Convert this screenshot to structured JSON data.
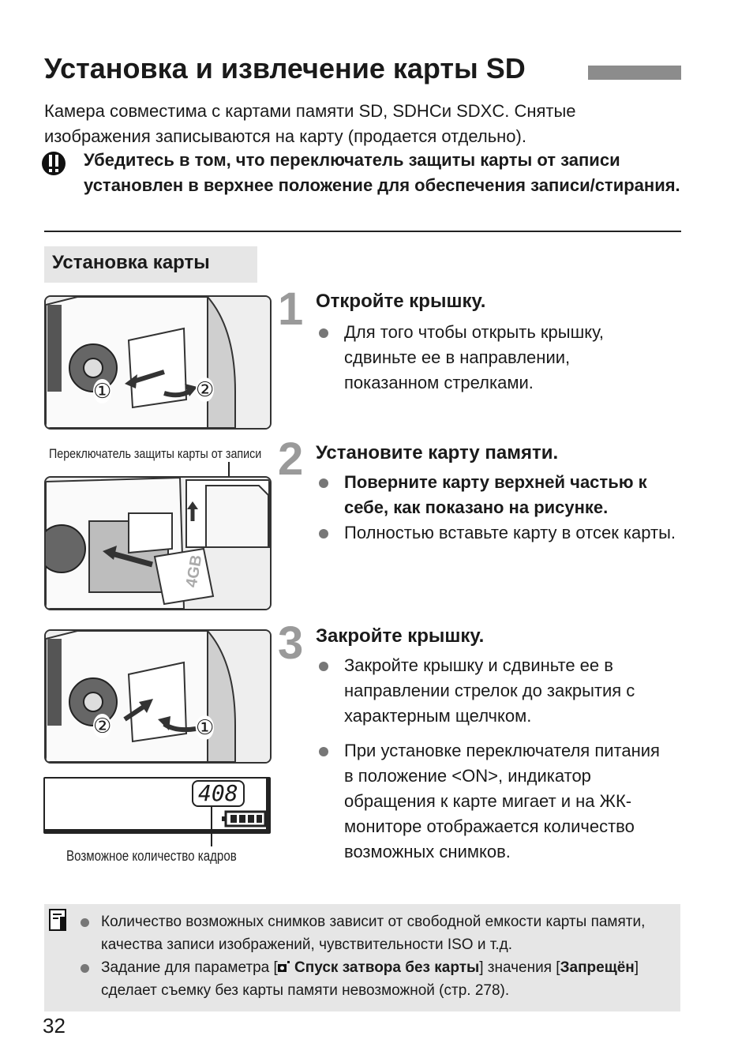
{
  "title": "Установка и извлечение карты SD",
  "intro": "Камера совместима с картами памяти SD, SDHCи SDXC. Снятые изображения записываются на карту (продается отдельно).",
  "caution": "Убедитесь в том, что переключатель защиты карты от записи установлен в верхнее положение для обеспечения записи/стирания.",
  "section_title": "Установка карты",
  "steps": [
    {
      "number": "1",
      "title": "Откройте крышку.",
      "bullets": [
        "Для того чтобы открыть крышку, сдвиньте ее в направлении, показанном стрелками."
      ]
    },
    {
      "number": "2",
      "title": "Установите карту памяти.",
      "bullets": [
        "Поверните карту верхней частью к себе, как показано на рисунке.",
        "Полностью вставьте карту в отсек карты."
      ]
    },
    {
      "number": "3",
      "title": "Закройте крышку.",
      "bullets": [
        "Закройте крышку и сдвиньте ее в направлении стрелок до закрытия с характерным щелчком.",
        "При установке переключателя питания в положение <ON>, индикатор обращения к карте мигает и на ЖК-мониторе отображается количество возможных снимков."
      ]
    }
  ],
  "figures": {
    "step1_marks": [
      "①",
      "②"
    ],
    "step2_caption": "Переключатель защиты карты от записи",
    "card_label": "4GB",
    "step3_marks": [
      "②",
      "①"
    ],
    "lcd_count": "408",
    "lcd_caption": "Возможное количество кадров"
  },
  "note": {
    "bullet1": "Количество возможных снимков зависит от свободной емкости карты памяти, качества записи изображений, чувствительности ISO и т.д.",
    "b2_pre": "Задание для параметра [",
    "b2_setting": " Спуск затвора без карты",
    "b2_mid": "] значения [",
    "b2_value": "Запрещён",
    "b2_post": "] сделает съемку без карты памяти невозможной (стр. 278)."
  },
  "page_number": "32",
  "colors": {
    "step_number": "#9a9a9a",
    "panel_bg": "#e6e6e6",
    "title_bar": "#8c8c8c"
  }
}
